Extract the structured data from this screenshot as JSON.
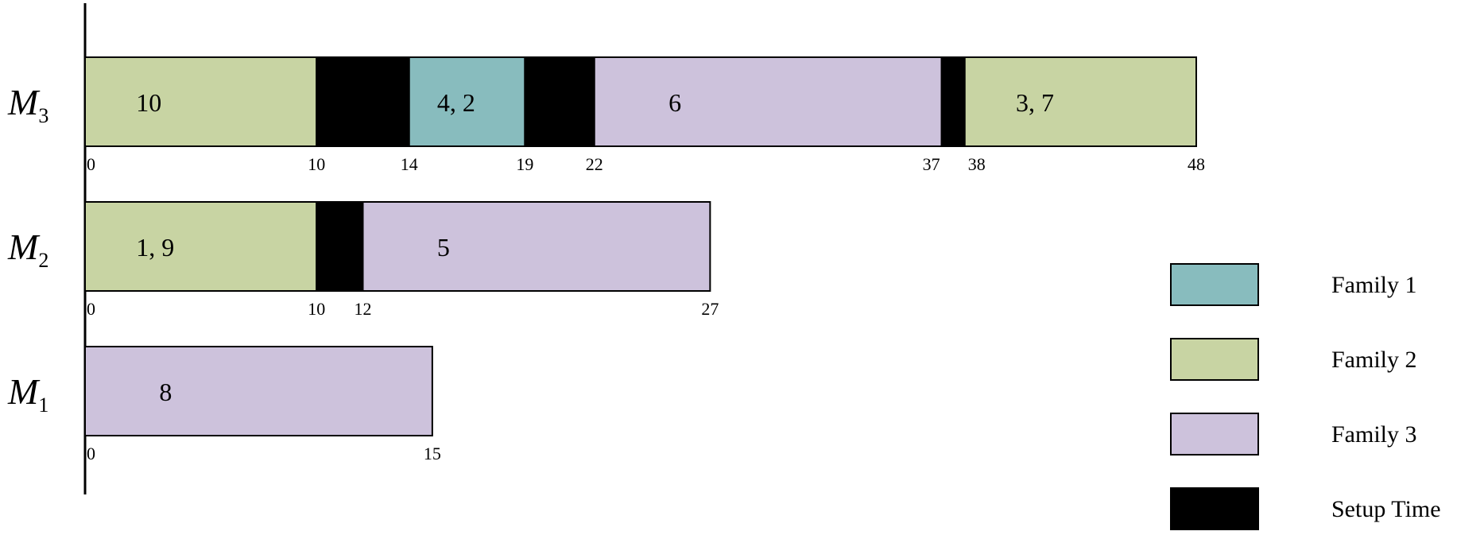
{
  "chart_data": {
    "type": "gantt",
    "x_unit": "time",
    "xlim": [
      0,
      48
    ],
    "machines": [
      {
        "label": "M",
        "subscript": "3",
        "segments": [
          {
            "start": 0,
            "end": 10,
            "kind": "Family 2",
            "label": "10"
          },
          {
            "start": 10,
            "end": 14,
            "kind": "Setup Time",
            "label": ""
          },
          {
            "start": 14,
            "end": 19,
            "kind": "Family 1",
            "label": "4, 2"
          },
          {
            "start": 19,
            "end": 22,
            "kind": "Setup Time",
            "label": ""
          },
          {
            "start": 22,
            "end": 37,
            "kind": "Family 3",
            "label": "6"
          },
          {
            "start": 37,
            "end": 38,
            "kind": "Setup Time",
            "label": ""
          },
          {
            "start": 38,
            "end": 48,
            "kind": "Family 2",
            "label": "3, 7"
          }
        ],
        "ticks": [
          {
            "value": 0,
            "text": "0"
          },
          {
            "value": 10,
            "text": "10"
          },
          {
            "value": 14,
            "text": "14"
          },
          {
            "value": 19,
            "text": "19"
          },
          {
            "value": 22,
            "text": "22"
          },
          {
            "value": 37,
            "text": "37"
          },
          {
            "value": 38,
            "text": "38"
          },
          {
            "value": 48,
            "text": "48"
          }
        ]
      },
      {
        "label": "M",
        "subscript": "2",
        "segments": [
          {
            "start": 0,
            "end": 10,
            "kind": "Family 2",
            "label": "1, 9"
          },
          {
            "start": 10,
            "end": 12,
            "kind": "Setup Time",
            "label": ""
          },
          {
            "start": 12,
            "end": 27,
            "kind": "Family 3",
            "label": "5"
          }
        ],
        "ticks": [
          {
            "value": 0,
            "text": "0"
          },
          {
            "value": 10,
            "text": "10"
          },
          {
            "value": 12,
            "text": "12"
          },
          {
            "value": 27,
            "text": "27"
          }
        ]
      },
      {
        "label": "M",
        "subscript": "1",
        "segments": [
          {
            "start": 0,
            "end": 15,
            "kind": "Family 3",
            "label": "8"
          }
        ],
        "ticks": [
          {
            "value": 0,
            "text": "0"
          },
          {
            "value": 15,
            "text": "15"
          }
        ]
      }
    ],
    "legend": {
      "placement": "right",
      "entries": [
        {
          "name": "Family 1",
          "color": "#88bcbe"
        },
        {
          "name": "Family 2",
          "color": "#c8d4a3"
        },
        {
          "name": "Family 3",
          "color": "#cdc2dc"
        },
        {
          "name": "Setup Time",
          "color": "#000000"
        }
      ]
    },
    "grid": false
  }
}
